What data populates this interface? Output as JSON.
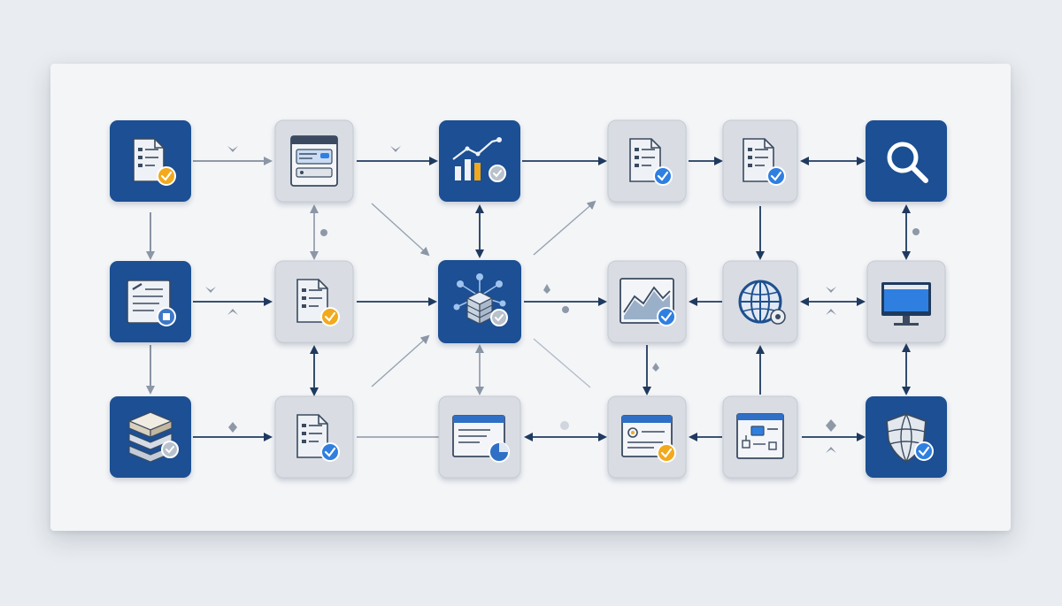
{
  "diagram": {
    "nodes": [
      {
        "id": "n1",
        "style": "blue",
        "icon": "document-check-icon"
      },
      {
        "id": "n2",
        "style": "gray",
        "icon": "browser-window-icon"
      },
      {
        "id": "n3",
        "style": "blue",
        "icon": "chart-growth-icon"
      },
      {
        "id": "n4",
        "style": "gray",
        "icon": "document-check-icon"
      },
      {
        "id": "n5",
        "style": "gray",
        "icon": "document-check-icon"
      },
      {
        "id": "n6",
        "style": "blue",
        "icon": "search-icon"
      },
      {
        "id": "n7",
        "style": "blue",
        "icon": "document-edit-icon"
      },
      {
        "id": "n8",
        "style": "gray",
        "icon": "document-check-icon"
      },
      {
        "id": "n9",
        "style": "blue",
        "icon": "network-cube-icon"
      },
      {
        "id": "n10",
        "style": "gray",
        "icon": "line-chart-icon"
      },
      {
        "id": "n11",
        "style": "gray",
        "icon": "globe-icon"
      },
      {
        "id": "n12",
        "style": "gray",
        "icon": "monitor-icon"
      },
      {
        "id": "n13",
        "style": "blue",
        "icon": "database-check-icon"
      },
      {
        "id": "n14",
        "style": "gray",
        "icon": "document-check-icon"
      },
      {
        "id": "n15",
        "style": "gray",
        "icon": "browser-pie-icon"
      },
      {
        "id": "n16",
        "style": "gray",
        "icon": "browser-record-icon"
      },
      {
        "id": "n17",
        "style": "gray",
        "icon": "dashboard-window-icon"
      },
      {
        "id": "n18",
        "style": "blue",
        "icon": "shield-globe-icon"
      }
    ],
    "edges": [
      {
        "from": "n1",
        "to": "n2",
        "type": "one-way"
      },
      {
        "from": "n2",
        "to": "n3",
        "type": "one-way"
      },
      {
        "from": "n3",
        "to": "n4",
        "type": "one-way"
      },
      {
        "from": "n4",
        "to": "n5",
        "type": "one-way"
      },
      {
        "from": "n5",
        "to": "n6",
        "type": "two-way"
      },
      {
        "from": "n7",
        "to": "n8",
        "type": "one-way"
      },
      {
        "from": "n8",
        "to": "n9",
        "type": "one-way"
      },
      {
        "from": "n9",
        "to": "n10",
        "type": "one-way"
      },
      {
        "from": "n11",
        "to": "n10",
        "type": "one-way"
      },
      {
        "from": "n11",
        "to": "n12",
        "type": "two-way"
      },
      {
        "from": "n13",
        "to": "n14",
        "type": "one-way"
      },
      {
        "from": "n14",
        "to": "n15",
        "type": "line"
      },
      {
        "from": "n15",
        "to": "n16",
        "type": "two-way"
      },
      {
        "from": "n17",
        "to": "n16",
        "type": "one-way"
      },
      {
        "from": "n17",
        "to": "n18",
        "type": "one-way"
      },
      {
        "from": "n1",
        "to": "n7",
        "type": "one-way"
      },
      {
        "from": "n7",
        "to": "n13",
        "type": "one-way"
      },
      {
        "from": "n2",
        "to": "n8",
        "type": "two-way"
      },
      {
        "from": "n8",
        "to": "n14",
        "type": "two-way"
      },
      {
        "from": "n3",
        "to": "n9",
        "type": "two-way"
      },
      {
        "from": "n9",
        "to": "n15",
        "type": "two-way"
      },
      {
        "from": "n5",
        "to": "n11",
        "type": "one-way"
      },
      {
        "from": "n10",
        "to": "n16",
        "type": "one-way"
      },
      {
        "from": "n17",
        "to": "n11",
        "type": "one-way"
      },
      {
        "from": "n6",
        "to": "n12",
        "type": "two-way"
      },
      {
        "from": "n12",
        "to": "n18",
        "type": "two-way"
      },
      {
        "from": "n2",
        "to": "n9",
        "type": "diagonal"
      },
      {
        "from": "n9",
        "to": "n4",
        "type": "diagonal"
      },
      {
        "from": "n8",
        "to": "n9",
        "type": "diagonal"
      },
      {
        "from": "n9",
        "to": "n16",
        "type": "diagonal-line"
      }
    ],
    "colors": {
      "blue_tile": "#1a4f93",
      "gray_tile": "#d9dde3",
      "arrow_dark": "#1f3a5f",
      "arrow_light": "#8b96a6",
      "check_orange": "#f2a91b",
      "check_blue": "#2f7fe0"
    }
  }
}
